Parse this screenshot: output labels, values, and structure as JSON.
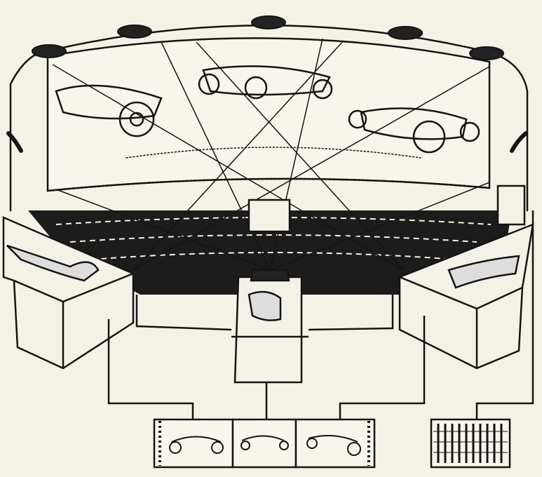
{
  "diagram": {
    "colors": {
      "paper": "#f4f1e6",
      "ink": "#141414",
      "floor": "#1c1c1c"
    },
    "elements": {
      "screen": "curved-panoramic-screen",
      "speakers": [
        "speaker-1",
        "speaker-2",
        "speaker-3",
        "speaker-4",
        "speaker-5"
      ],
      "projectors": [
        "left-projector",
        "center-projector",
        "right-projector"
      ],
      "film_strips": [
        "film-frame-left",
        "film-frame-center",
        "film-frame-right"
      ],
      "sound_unit": "sound-track-panel"
    }
  }
}
